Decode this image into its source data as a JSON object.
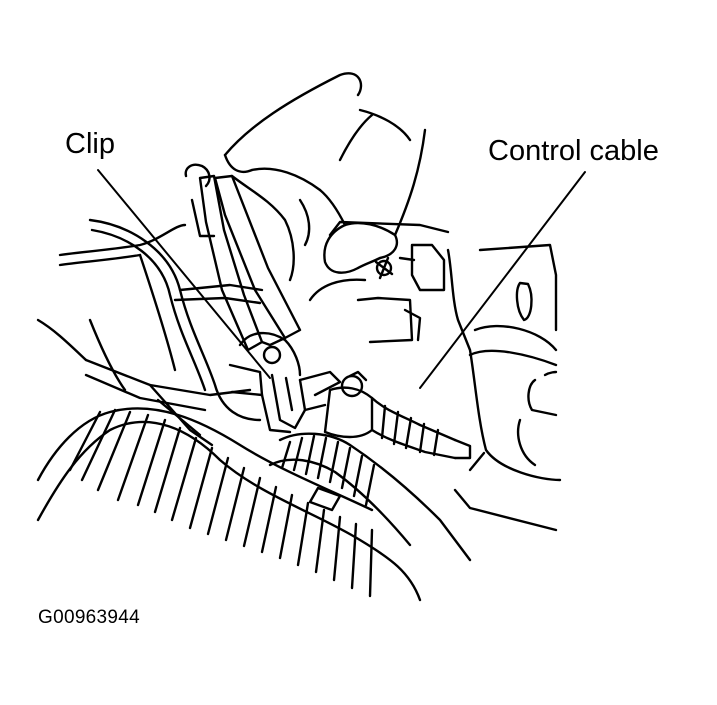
{
  "labels": {
    "clip": "Clip",
    "control_cable": "Control cable"
  },
  "figure_code": "G00963944",
  "colors": {
    "ink": "#000000",
    "paper": "#ffffff"
  }
}
